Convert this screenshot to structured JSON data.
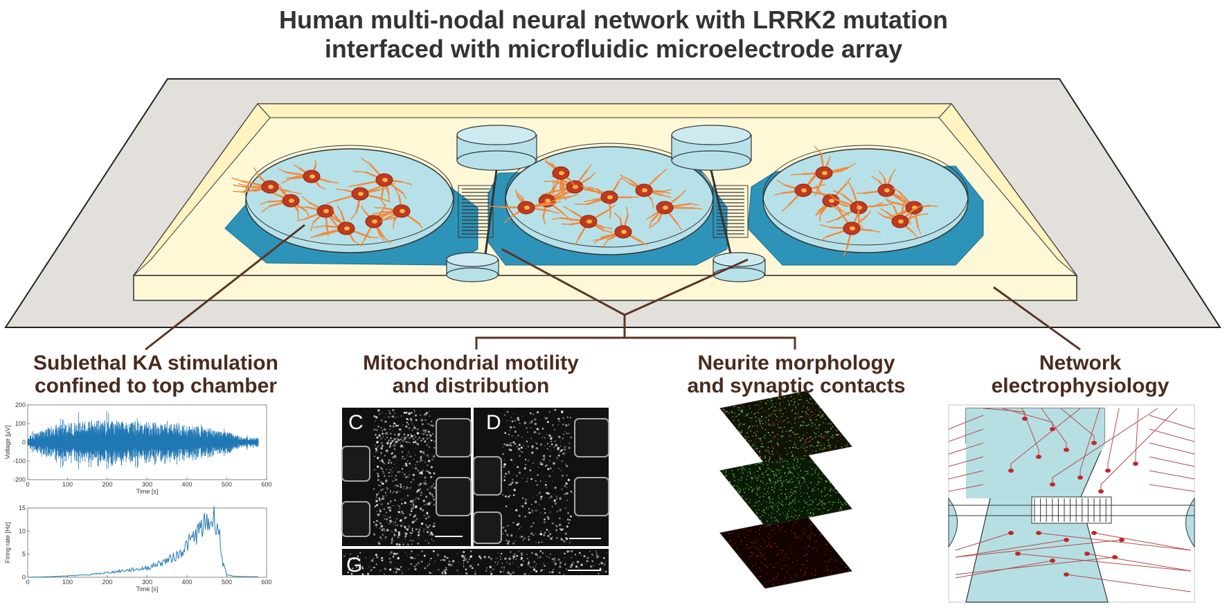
{
  "title": {
    "line1": "Human multi-nodal neural network with LRRK2 mutation",
    "line2": "interfaced with microfluidic microelectrode array"
  },
  "sections": {
    "stimulation": {
      "line1": "Sublethal KA stimulation",
      "line2": "confined to top chamber"
    },
    "mitochondria": {
      "line1": "Mitochondrial motility",
      "line2": "and distribution"
    },
    "neurite": {
      "line1": "Neurite morphology",
      "line2": "and synaptic contacts"
    },
    "network": {
      "line1": "Network",
      "line2": "electrophysiology"
    }
  },
  "panels": {
    "c": "C",
    "d": "D",
    "g": "G"
  },
  "colors": {
    "outer_plate": "#e3e0dc",
    "inner_tray": "#fff8d6",
    "chamber_outline": "#2e93b8",
    "chamber_fill": "#b7e1e8",
    "neuron": "#c0391e",
    "neuron_dendrite": "#f08a3c",
    "connector": "#5a3526",
    "voltage_trace": "#1f77b4",
    "mea_fill": "#b6dfe3",
    "electrode": "#c0282a"
  },
  "chart_data": [
    {
      "type": "line",
      "xlabel": "Time [s]",
      "ylabel": "Voltage [µV]",
      "xticks": [
        0,
        100,
        200,
        300,
        400,
        500,
        600
      ],
      "yticks": [
        -200,
        -100,
        0,
        100,
        200
      ],
      "xlim": [
        0,
        600
      ],
      "ylim": [
        -200,
        200
      ],
      "series": [
        {
          "x": [
            0,
            60,
            120,
            180,
            240,
            300,
            360,
            420,
            480,
            540,
            580
          ],
          "amplitude": [
            30,
            90,
            110,
            120,
            115,
            110,
            100,
            90,
            70,
            30,
            25
          ]
        }
      ]
    },
    {
      "type": "line",
      "xlabel": "Time [s]",
      "ylabel": "Firing rate [Hz]",
      "xticks": [
        0,
        100,
        200,
        300,
        400,
        500,
        600
      ],
      "yticks": [
        0,
        5,
        10,
        15
      ],
      "xlim": [
        0,
        600
      ],
      "ylim": [
        0,
        15
      ],
      "series": [
        {
          "x": [
            0,
            50,
            100,
            150,
            200,
            250,
            300,
            330,
            360,
            380,
            400,
            420,
            440,
            460,
            470,
            480,
            490,
            500,
            520,
            560,
            580
          ],
          "y": [
            0,
            0.1,
            0.3,
            0.5,
            1,
            1.5,
            2,
            3,
            4,
            5,
            7,
            9,
            11,
            12,
            13,
            10,
            3,
            0.5,
            0.2,
            0.1,
            0.1
          ]
        }
      ]
    }
  ]
}
